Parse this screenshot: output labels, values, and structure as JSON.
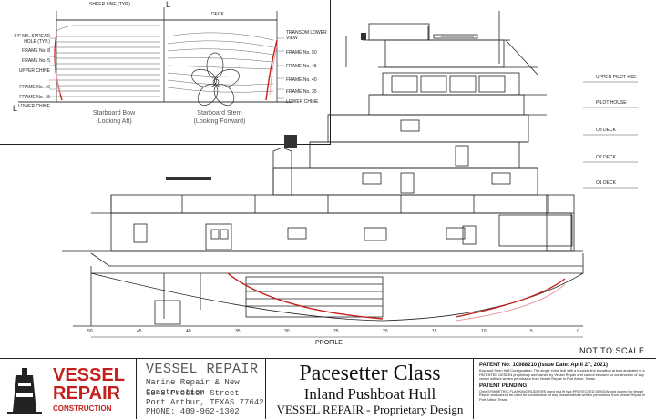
{
  "body_plan": {
    "labels_left": [
      "24\" MX. SPREAD HOLE (TYP.)",
      "FRAME No. 8",
      "FRAME No. 5",
      "UPPER CHINE",
      "FRAME No. 10",
      "FRAME No. 15",
      "LOWER CHINE"
    ],
    "labels_right": [
      "TRANSOM LOWER VIEW",
      "FRAME No. 50",
      "FRAME No. 45",
      "FRAME No. 40",
      "FRAME No. 35",
      "LOWER CHINE"
    ],
    "label_top_left": "SHEER LINE (TYP.)",
    "label_top_mid": "DECK",
    "label_corner": "L",
    "caption_bow": [
      "Starboard Bow",
      "(Looking Aft)"
    ],
    "caption_stern": [
      "Starboard Stern",
      "(Looking Forward)"
    ]
  },
  "profile": {
    "profile_label": "PROFILE",
    "scale_note": "NOT TO SCALE",
    "deck_levels": [
      "UPPER PILOT HSE",
      "PILOT HOUSE",
      "O3 DECK",
      "O2 DECK",
      "O1 DECK"
    ],
    "frame_numbers": [
      "50",
      "45",
      "40",
      "35",
      "30",
      "25",
      "20",
      "15",
      "10",
      "5",
      "0"
    ]
  },
  "title_block": {
    "logo_line1": "VESSEL",
    "logo_line2": "REPAIR",
    "logo_line3": "CONSTRUCTION",
    "company_name": "VESSEL REPAIR",
    "company_sub": "Marine Repair & New Construction",
    "address1": "5848 Procter Street",
    "address2": "Port Arthur, TEXAS 77642",
    "phone": "PHONE: 409-962-1302",
    "title": "Pacesetter Class",
    "subtitle": "Inland Pushboat Hull",
    "design": "VESSEL REPAIR - Proprietary Design",
    "patent_heading": "PATENT No: 10988210 (Issue Date: April 27, 2021)",
    "patent_text": "Bow and Stern Hull Configuration. The single chine hull with a knuckle line transition at bow and stern is a PATENTED DESIGN proprietary and owned by Vessel Repair and cannot be used for construction of any vessel without written permission from Vessel Repair in Port Arthur, Texas.",
    "pending_heading": "PATENT PENDING",
    "pending_text": "Only SYMMETRIC FLANKING RUDDERS used in a fit is a PROTECTED DESIGN and owned by Vessel Repair and cannot be used for construction of any vessel without written permission from Vessel Repair in Port Arthur, Texas."
  },
  "colors": {
    "accent_red": "#c4201b",
    "hull_pink": "#e89aa0",
    "line": "#222222"
  }
}
